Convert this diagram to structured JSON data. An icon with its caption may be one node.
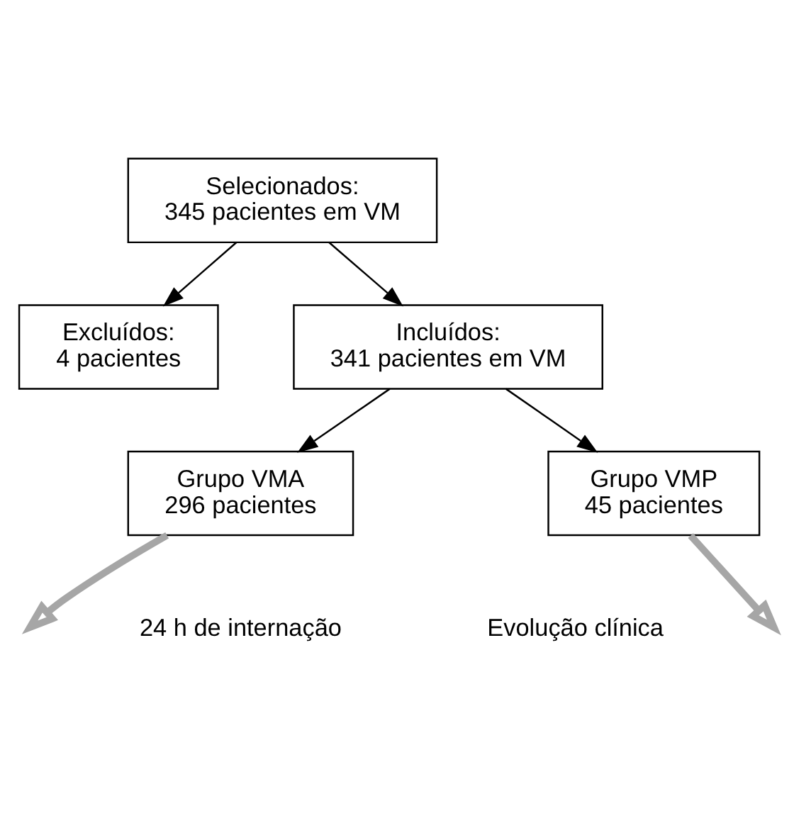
{
  "diagram": {
    "nodes": [
      {
        "text": [
          "Selecionados:",
          "345 pacientes em VM"
        ]
      },
      {
        "text": [
          "Excluídos:",
          "4 pacientes"
        ]
      },
      {
        "text": [
          "Incluídos:",
          "341 pacientes em VM"
        ]
      },
      {
        "text": [
          "Grupo VMA",
          "296 pacientes"
        ]
      },
      {
        "text": [
          "Grupo VMP",
          "45 pacientes"
        ]
      }
    ],
    "edges": [
      {
        "from": 0,
        "to": 1,
        "arrow": "to"
      },
      {
        "from": 0,
        "to": 2,
        "arrow": "to"
      },
      {
        "from": 2,
        "to": 3,
        "arrow": "to"
      },
      {
        "from": 2,
        "to": 4,
        "arrow": "to"
      },
      {
        "from": 3,
        "to": null,
        "arrow": "to",
        "style": "thick",
        "color": "#a6a6a6"
      },
      {
        "from": 4,
        "to": null,
        "arrow": "to",
        "style": "thick",
        "color": "#a6a6a6"
      }
    ],
    "labels": [
      "24 h de internação",
      "Evolução clínica"
    ]
  }
}
